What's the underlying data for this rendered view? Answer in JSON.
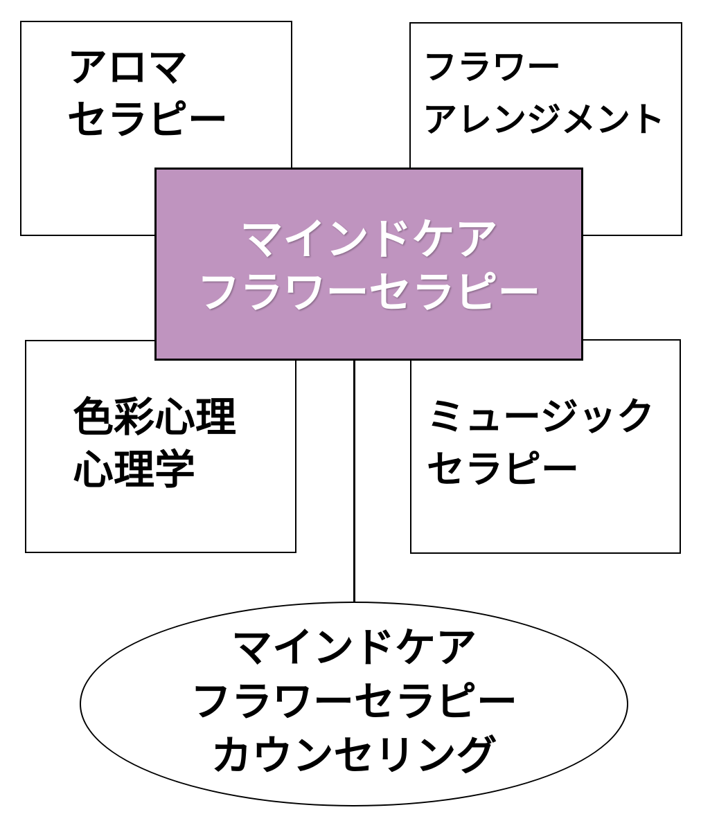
{
  "colors": {
    "purple_fill": "#BF94BF",
    "border_color": "#000000",
    "black_text": "#000000",
    "white_text": "#FFFFFF",
    "background": "#FFFFFF"
  },
  "boxes": {
    "aroma": {
      "line1": "アロマ",
      "line2": "セラピー"
    },
    "arrangement": {
      "line1": "フラワー",
      "line2": "アレンジメント"
    },
    "color": {
      "line1": "色彩心理",
      "line2": "心理学"
    },
    "music": {
      "line1": "ミュージック",
      "line2": "セラピー"
    }
  },
  "center_box": {
    "line1": "マインドケア",
    "line2": "フラワーセラピー"
  },
  "result_ellipse": {
    "line1": "マインドケア",
    "line2": "フラワーセラピー",
    "line3": "カウンセリング"
  }
}
